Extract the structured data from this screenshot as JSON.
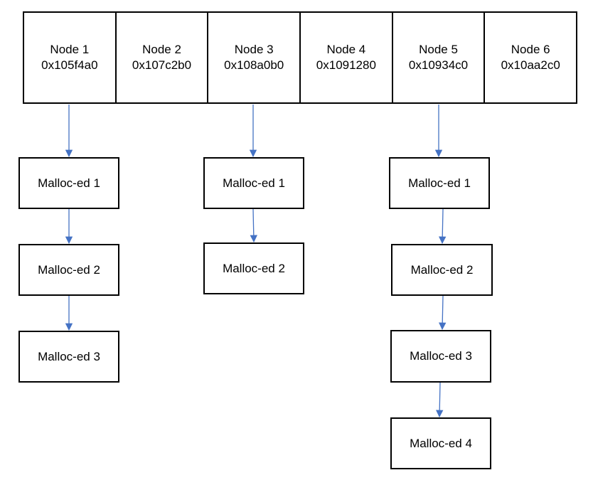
{
  "nodes": [
    {
      "label": "Node 1",
      "address": "0x105f4a0"
    },
    {
      "label": "Node 2",
      "address": "0x107c2b0"
    },
    {
      "label": "Node 3",
      "address": "0x108a0b0"
    },
    {
      "label": "Node 4",
      "address": "0x1091280"
    },
    {
      "label": "Node 5",
      "address": "0x10934c0"
    },
    {
      "label": "Node 6",
      "address": "0x10aa2c0"
    }
  ],
  "chains": {
    "node1": [
      "Malloc-ed 1",
      "Malloc-ed 2",
      "Malloc-ed 3"
    ],
    "node3": [
      "Malloc-ed 1",
      "Malloc-ed 2"
    ],
    "node5": [
      "Malloc-ed 1",
      "Malloc-ed 2",
      "Malloc-ed 3",
      "Malloc-ed 4"
    ]
  },
  "colors": {
    "arrow": "#4472C4",
    "border": "#000000"
  }
}
